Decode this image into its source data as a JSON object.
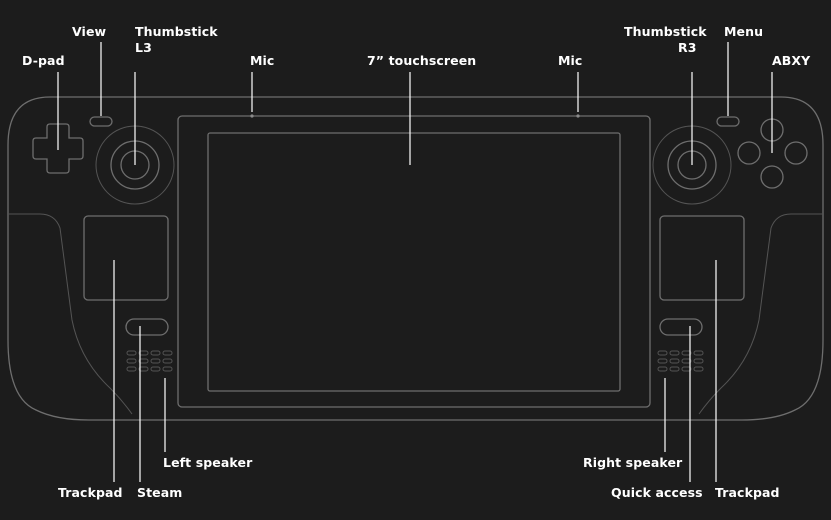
{
  "labels": {
    "dpad": "D-pad",
    "view": "View",
    "thumbstick_left_line1": "Thumbstick",
    "thumbstick_left_line2": "L3",
    "mic_left": "Mic",
    "touchscreen": "7” touchscreen",
    "mic_right": "Mic",
    "thumbstick_right_line1": "Thumbstick",
    "thumbstick_right_line2": "R3",
    "menu": "Menu",
    "abxy": "ABXY",
    "left_speaker": "Left speaker",
    "trackpad_left": "Trackpad",
    "steam": "Steam",
    "right_speaker": "Right speaker",
    "quick_access": "Quick access",
    "trackpad_right": "Trackpad"
  },
  "colors": {
    "background": "#1c1c1c",
    "outline": "#6e6e6e",
    "leader": "#ffffff",
    "text": "#ffffff"
  }
}
